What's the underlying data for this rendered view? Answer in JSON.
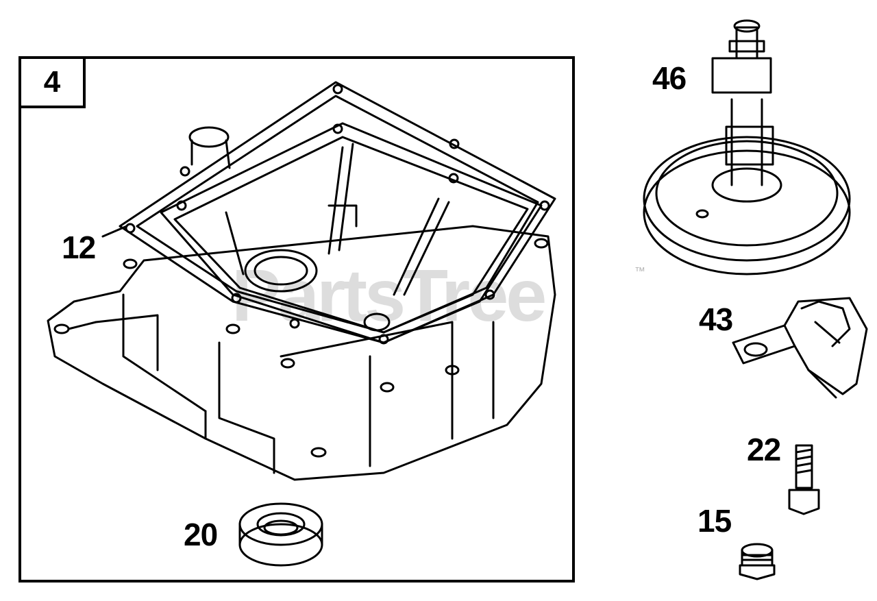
{
  "diagram": {
    "index_label": "4",
    "callouts": {
      "c12": "12",
      "c20": "20",
      "c46": "46",
      "c43": "43",
      "c22": "22",
      "c15": "15"
    },
    "watermark": "PartsTree",
    "trademark": "™"
  }
}
